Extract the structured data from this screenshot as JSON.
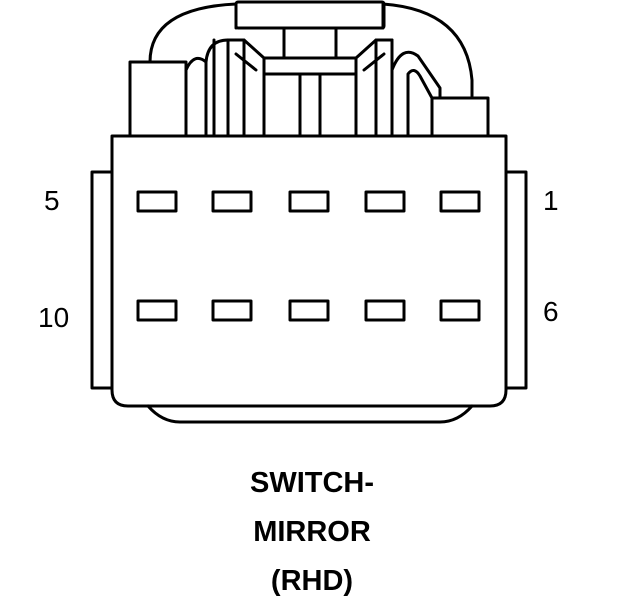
{
  "pin_labels": {
    "top_left": "5",
    "top_right": "1",
    "bottom_left": "10",
    "bottom_right": "6"
  },
  "caption": {
    "line1": "SWITCH-",
    "line2": "MIRROR",
    "line3": "(RHD)"
  },
  "colors": {
    "stroke": "#000000",
    "background": "#ffffff"
  }
}
